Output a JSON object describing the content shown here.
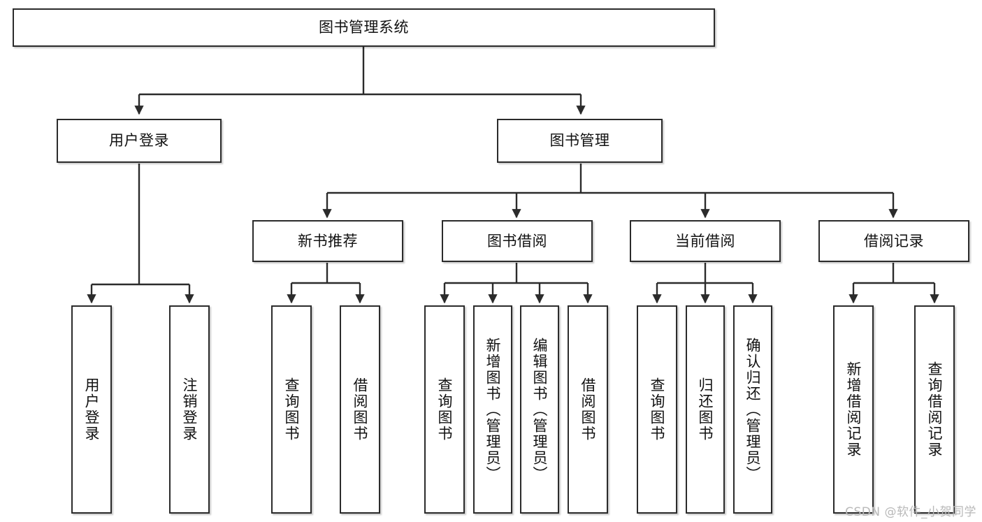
{
  "diagram": {
    "title": "图书管理系统",
    "watermark": "CSDN @软件_小贺同学",
    "colors": {
      "box_border": "#2b2b2b",
      "box_fill": "#ffffff",
      "edge": "#2b2b2b",
      "watermark": "#b9b9b9",
      "background": "#ffffff"
    },
    "nodes": {
      "root": {
        "label": "图书管理系统"
      },
      "level2": [
        {
          "id": "user-login",
          "label": "用户登录"
        },
        {
          "id": "book-manage",
          "label": "图书管理"
        }
      ],
      "level3": [
        {
          "id": "new-book-recommend",
          "label": "新书推荐"
        },
        {
          "id": "book-borrow",
          "label": "图书借阅"
        },
        {
          "id": "current-borrow",
          "label": "当前借阅"
        },
        {
          "id": "borrow-record",
          "label": "借阅记录"
        }
      ],
      "leaves": {
        "user-login": [
          {
            "id": "leaf-user-login",
            "label": "用户登录"
          },
          {
            "id": "leaf-logout-login",
            "label": "注销登录"
          }
        ],
        "new-book-recommend": [
          {
            "id": "leaf-query-book-1",
            "label": "查询图书"
          },
          {
            "id": "leaf-borrow-book-1",
            "label": "借阅图书"
          }
        ],
        "book-borrow": [
          {
            "id": "leaf-query-book-2",
            "label": "查询图书"
          },
          {
            "id": "leaf-add-book",
            "label": "新增图书（管理员）"
          },
          {
            "id": "leaf-edit-book",
            "label": "编辑图书（管理员）"
          },
          {
            "id": "leaf-borrow-book-2",
            "label": "借阅图书"
          }
        ],
        "current-borrow": [
          {
            "id": "leaf-query-book-3",
            "label": "查询图书"
          },
          {
            "id": "leaf-return-book",
            "label": "归还图书"
          },
          {
            "id": "leaf-confirm-return",
            "label": "确认归还（管理员）"
          }
        ],
        "borrow-record": [
          {
            "id": "leaf-add-record",
            "label": "新增借阅记录"
          },
          {
            "id": "leaf-query-record",
            "label": "查询借阅记录"
          }
        ]
      }
    }
  }
}
